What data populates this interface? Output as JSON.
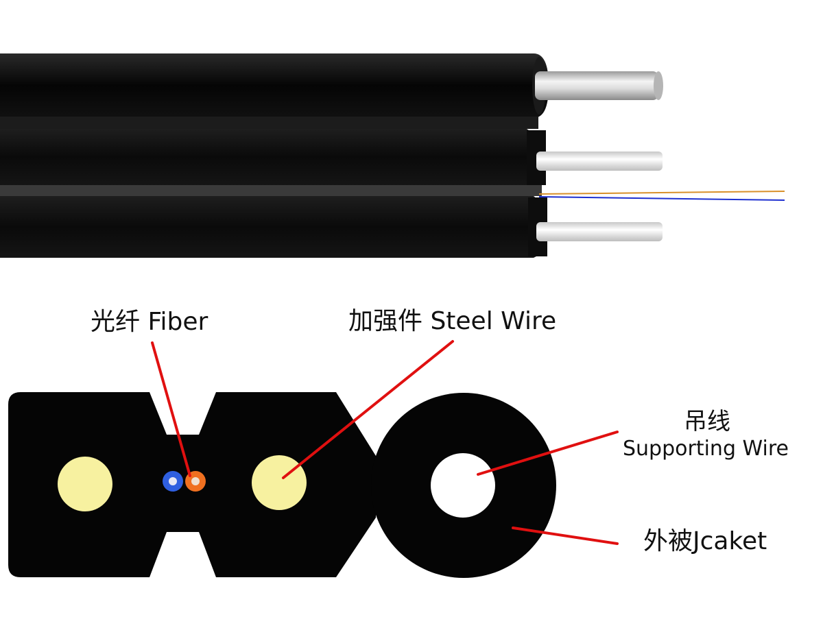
{
  "labels": {
    "fiber": "光纤 Fiber",
    "steel_wire": "加强件 Steel Wire",
    "supporting_wire_cn": "吊线",
    "supporting_wire_en": "Supporting Wire",
    "jacket": "外被Jcaket"
  },
  "colors": {
    "jacket": "#050505",
    "steel_wire": "#f7f1a0",
    "fiber_blue": "#2f5fe0",
    "fiber_orange": "#f07020",
    "leader_line": "#e01010",
    "fiber_strand_blue": "#1d2fd0",
    "fiber_strand_orange": "#d8902a"
  },
  "icons": {
    "cable_photo": "cable-3d-illustration",
    "cross_section": "cable-cross-section"
  }
}
